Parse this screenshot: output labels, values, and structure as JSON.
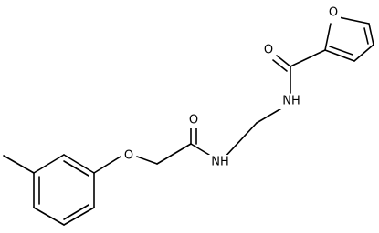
{
  "molecule": {
    "atoms": {
      "furan_O": "O",
      "carbonyl_O_right": "O",
      "amide_N_right": "NH",
      "carbonyl_O_left": "O",
      "amide_N_left": "NH",
      "ether_O": "O"
    }
  }
}
